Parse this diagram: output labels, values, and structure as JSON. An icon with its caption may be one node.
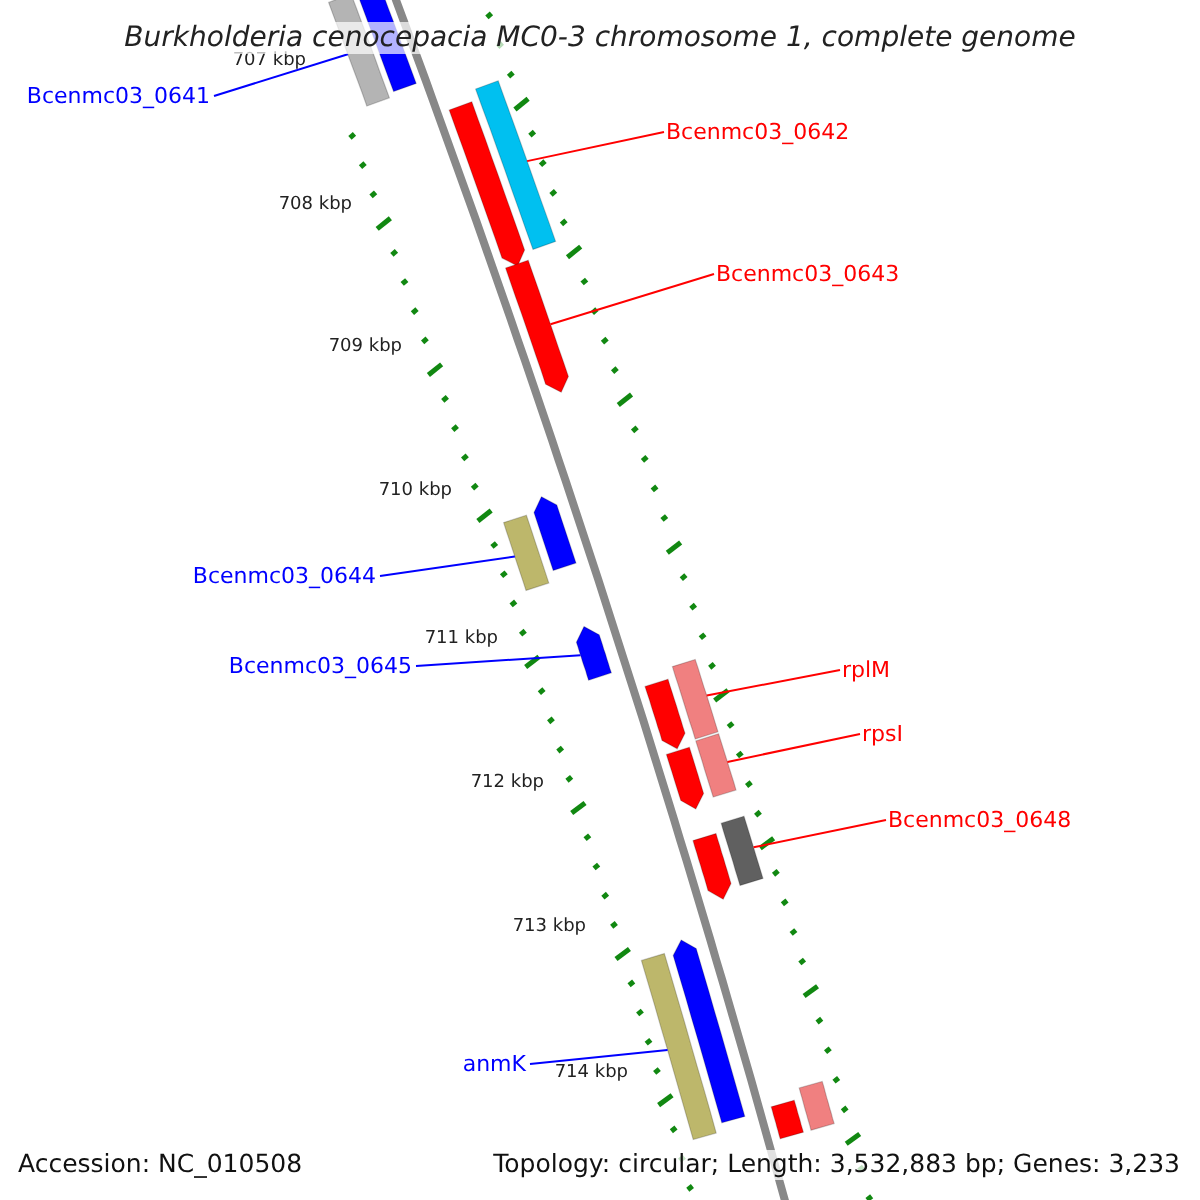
{
  "diagram": {
    "title": "Burkholderia cenocepacia MC0-3 chromosome 1, complete genome",
    "nodes": [
      {
        "text": [
          "Bcenmc03_0641"
        ]
      },
      {
        "text": [],
        "shape": "bar"
      },
      {
        "text": [
          "Bcenmc03_0642"
        ]
      },
      {
        "text": [],
        "shape": "bar"
      },
      {
        "text": [
          "Bcenmc03_0643"
        ]
      },
      {
        "text": [],
        "shape": "arrow"
      },
      {
        "text": [
          "Bcenmc03_0644"
        ]
      },
      {
        "text": [],
        "shape": "bar"
      },
      {
        "text": [
          "Bcenmc03_0645"
        ]
      },
      {
        "text": [],
        "shape": "arrow"
      },
      {
        "text": [
          "rplM"
        ]
      },
      {
        "text": [],
        "shape": "bar"
      },
      {
        "text": [
          "rpsI"
        ]
      },
      {
        "text": [],
        "shape": "bar"
      },
      {
        "text": [
          "Bcenmc03_0648"
        ]
      },
      {
        "text": [],
        "shape": "bar"
      },
      {
        "text": [
          "anmK"
        ]
      },
      {
        "text": [],
        "shape": "bar"
      },
      {
        "text": [],
        "shape": "bar"
      },
      {
        "text": [],
        "shape": "arrow"
      },
      {
        "text": [],
        "shape": "arrow"
      },
      {
        "text": [],
        "shape": "arrow"
      },
      {
        "text": [],
        "shape": "arrow"
      },
      {
        "text": [],
        "shape": "arrow"
      },
      {
        "text": [],
        "shape": "arrow"
      },
      {
        "text": [],
        "shape": "bar"
      },
      {
        "text": [],
        "shape": "bar"
      }
    ],
    "edges": [
      {
        "from": 0,
        "to": 1,
        "arrow": "none",
        "color": "#0000ff"
      },
      {
        "from": 2,
        "to": 3,
        "arrow": "none"
      },
      {
        "from": 4,
        "to": 5,
        "arrow": "none"
      },
      {
        "from": 6,
        "to": 7,
        "arrow": "none",
        "color": "#0000ff"
      },
      {
        "from": 8,
        "to": 9,
        "arrow": "none",
        "color": "#0000ff"
      },
      {
        "from": 10,
        "to": 11,
        "arrow": "none"
      },
      {
        "from": 12,
        "to": 13,
        "arrow": "none"
      },
      {
        "from": 14,
        "to": 15,
        "arrow": "none"
      },
      {
        "from": 16,
        "to": 17,
        "arrow": "none",
        "color": "#0000ff"
      }
    ],
    "labels": [
      "707 kbp",
      "708 kbp",
      "709 kbp",
      "710 kbp",
      "711 kbp",
      "712 kbp",
      "713 kbp",
      "714 kbp",
      "Accession: NC_010508",
      "Topology: circular; Length: 3,532,883 bp; Genes: 3,233"
    ]
  }
}
